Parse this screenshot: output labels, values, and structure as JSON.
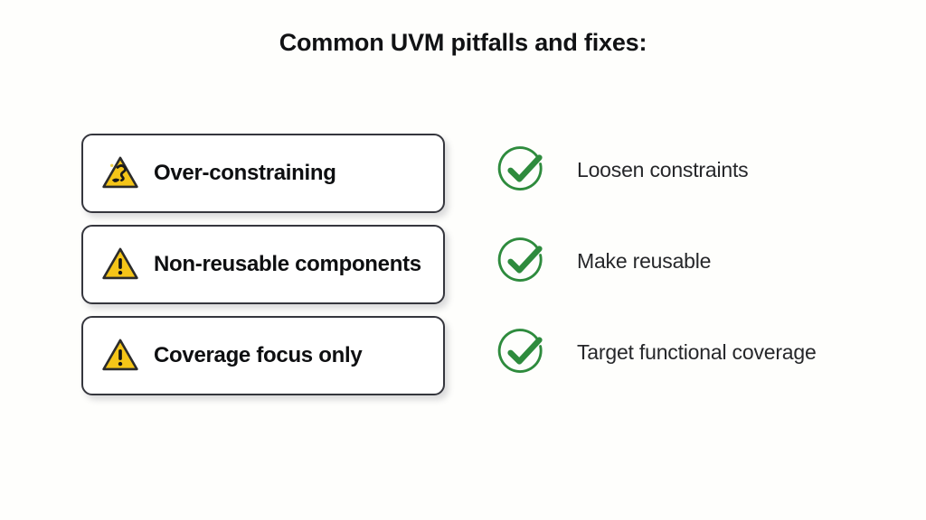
{
  "slide": {
    "title": "Common UVM pitfalls and fixes:",
    "background_color": "#fefefc"
  },
  "colors": {
    "warning_fill": "#f5c518",
    "warning_stroke": "#2b2b2b",
    "check_green": "#2e8b3d",
    "card_border": "#35363d",
    "card_fill": "#ffffff",
    "title_text": "#111214",
    "pitfall_text": "#0e0f11",
    "fix_text": "#26272a"
  },
  "rows": [
    {
      "pitfall": {
        "label": "Over-constraining",
        "icon": "warning-triangle-icon",
        "icon_variant": "garbled"
      },
      "fix": {
        "label": "Loosen constraints",
        "icon": "check-circle-icon"
      }
    },
    {
      "pitfall": {
        "label": "Non-reusable components",
        "icon": "warning-triangle-icon",
        "icon_variant": "exclamation"
      },
      "fix": {
        "label": "Make reusable",
        "icon": "check-circle-icon"
      }
    },
    {
      "pitfall": {
        "label": "Coverage focus only",
        "icon": "warning-triangle-icon",
        "icon_variant": "exclamation"
      },
      "fix": {
        "label": "Target functional coverage",
        "icon": "check-circle-icon"
      }
    }
  ]
}
